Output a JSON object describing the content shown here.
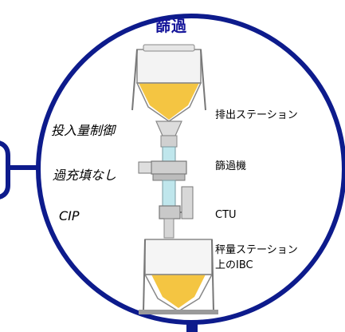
{
  "title": "篩過",
  "side_labels": {
    "dosing_control": "投入量制御",
    "no_overfill": "過充填なし",
    "cip": "CIP"
  },
  "equipment_labels": {
    "discharge_station": "排出ステーション",
    "sieve": "篩過機",
    "ctu": "CTU",
    "ibc_on_weigh_station_line1": "秤量ステーション",
    "ibc_on_weigh_station_line2": "上のIBC"
  },
  "colors": {
    "ring": "#0d1b8c",
    "title": "#14149a",
    "powder": "#f4c542",
    "pipe": "#bfe6ec",
    "metal": "#b8b8b8"
  }
}
